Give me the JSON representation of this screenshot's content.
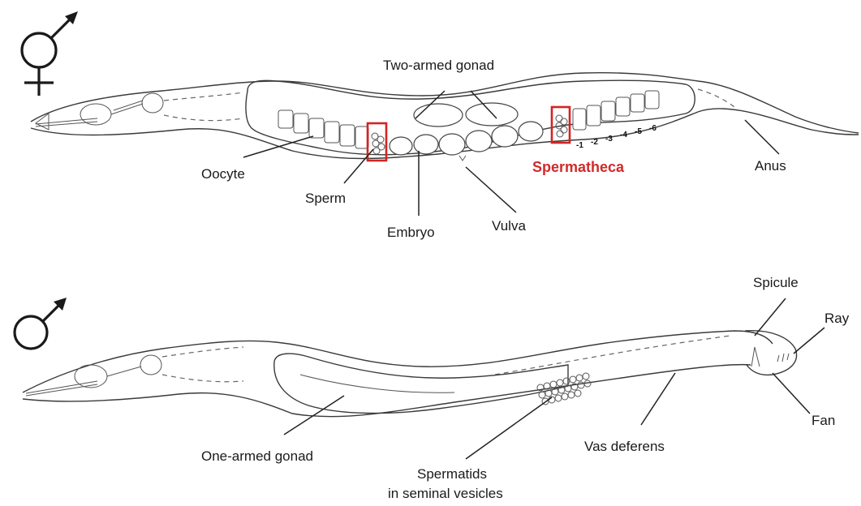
{
  "colors": {
    "highlight": "#d42424",
    "line": "#3a3a3a"
  },
  "hermaphrodite": {
    "symbol": "hermaphrodite-symbol",
    "labels": {
      "two_armed_gonad": "Two-armed gonad",
      "oocyte": "Oocyte",
      "sperm": "Sperm",
      "embryo": "Embryo",
      "vulva": "Vulva",
      "spermatheca": "Spermatheca",
      "anus": "Anus"
    },
    "oocyte_positions": [
      "-1",
      "-2",
      "-3",
      "-4",
      "-5",
      "-6"
    ]
  },
  "male": {
    "symbol": "male-symbol",
    "labels": {
      "spicule": "Spicule",
      "ray": "Ray",
      "fan": "Fan",
      "one_armed_gonad": "One-armed gonad",
      "vas_deferens": "Vas deferens",
      "spermatids_line1": "Spermatids",
      "spermatids_line2": "in seminal vesicles"
    }
  }
}
